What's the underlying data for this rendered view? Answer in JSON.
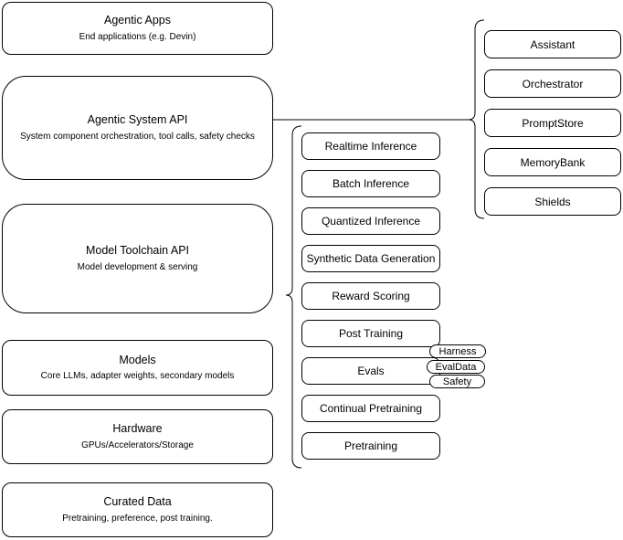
{
  "left_stack": {
    "items": [
      {
        "title": "Agentic Apps",
        "subtitle": "End applications (e.g. Devin)"
      },
      {
        "title": "Agentic System API",
        "subtitle": "System component orchestration, tool calls, safety checks"
      },
      {
        "title": "Model Toolchain API",
        "subtitle": "Model development & serving"
      },
      {
        "title": "Models",
        "subtitle": "Core LLMs, adapter weights, secondary models"
      },
      {
        "title": "Hardware",
        "subtitle": "GPUs/Accelerators/Storage"
      },
      {
        "title": "Curated Data",
        "subtitle": "Pretraining, preference, post training."
      }
    ]
  },
  "toolchain_services": {
    "items": [
      "Realtime Inference",
      "Batch Inference",
      "Quantized Inference",
      "Synthetic Data Generation",
      "Reward Scoring",
      "Post Training",
      "Evals",
      "Continual Pretraining",
      "Pretraining"
    ]
  },
  "evals_tags": {
    "items": [
      "Harness",
      "EvalData",
      "Safety"
    ]
  },
  "system_components": {
    "items": [
      "Assistant",
      "Orchestrator",
      "PromptStore",
      "MemoryBank",
      "Shields"
    ]
  },
  "colors": {
    "stroke": "#000000",
    "fill": "#ffffff"
  }
}
